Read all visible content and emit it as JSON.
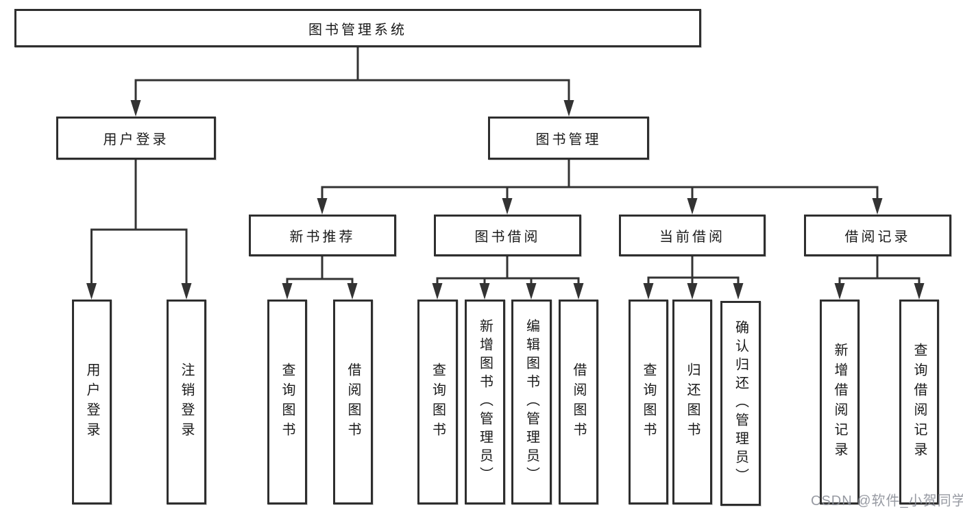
{
  "diagram_type": "hierarchy-tree",
  "colors": {
    "border": "#2e2e2e",
    "line": "#333333",
    "text": "#1a1a1a",
    "watermark": "#8c9099"
  },
  "tree": {
    "title": "图书管理系统",
    "children": [
      {
        "title": "用户登录",
        "children": [
          {
            "title": "用户登录"
          },
          {
            "title": "注销登录"
          }
        ]
      },
      {
        "title": "图书管理",
        "children": [
          {
            "title": "新书推荐",
            "children": [
              {
                "title": "查询图书"
              },
              {
                "title": "借阅图书"
              }
            ]
          },
          {
            "title": "图书借阅",
            "children": [
              {
                "title": "查询图书"
              },
              {
                "title": "新增图书（管理员）"
              },
              {
                "title": "编辑图书（管理员）"
              },
              {
                "title": "借阅图书"
              }
            ]
          },
          {
            "title": "当前借阅",
            "children": [
              {
                "title": "查询图书"
              },
              {
                "title": "归还图书"
              },
              {
                "title": "确认归还（管理员）"
              }
            ]
          },
          {
            "title": "借阅记录",
            "children": [
              {
                "title": "新增借阅记录"
              },
              {
                "title": "查询借阅记录"
              }
            ]
          }
        ]
      }
    ]
  },
  "watermark": {
    "text": "CSDN @软件_小贺同学"
  }
}
